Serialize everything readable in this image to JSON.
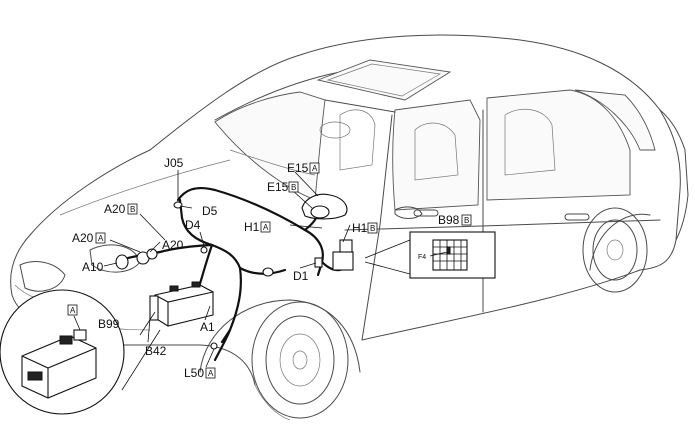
{
  "labels": {
    "j05": "J05",
    "d5": "D5",
    "a20b_code": "A20",
    "a20b_box": "B",
    "a20a_code": "A20",
    "a20a_box": "A",
    "d4": "D4",
    "a20": "A20",
    "a10": "A10",
    "e15a_code": "E15",
    "e15a_box": "A",
    "e15b_code": "E15",
    "e15b_box": "B",
    "h1a_code": "H1",
    "h1a_box": "A",
    "h1b_code": "H1",
    "h1b_box": "B",
    "b98_code": "B98",
    "b98_box": "B",
    "f4": "F4",
    "d1": "D1",
    "a1": "A1",
    "b42": "B42",
    "l50_code": "L50",
    "l50_box": "A",
    "b99": "B99",
    "inset_box": "A"
  },
  "colors": {
    "wire": "#111111",
    "car_outline": "#4a4a4a",
    "background": "#ffffff"
  }
}
